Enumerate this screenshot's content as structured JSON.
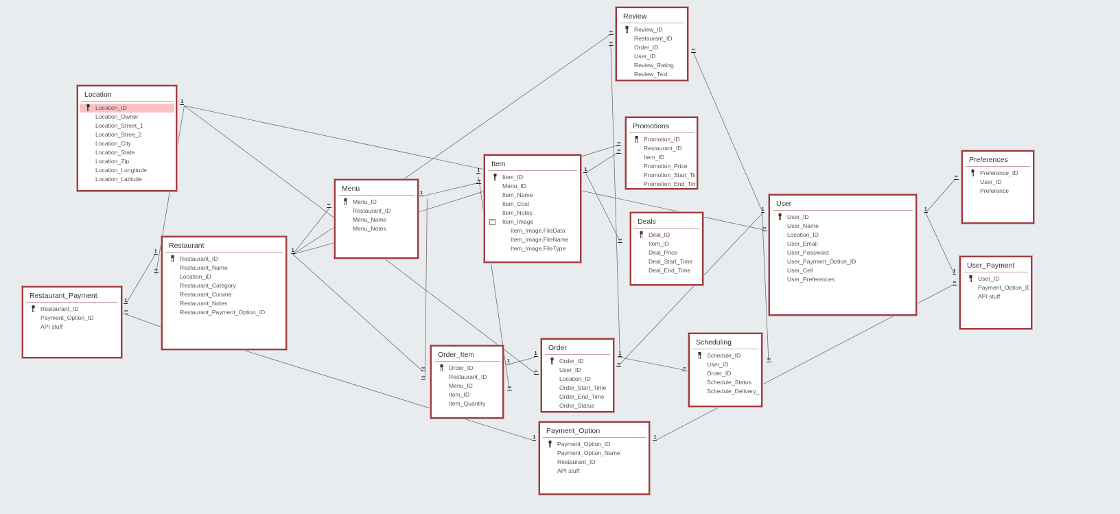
{
  "tables": [
    {
      "id": "location",
      "title": "Location",
      "fields": [
        {
          "name": "Location_ID",
          "pk": true,
          "selected": true
        },
        {
          "name": "Location_Owner"
        },
        {
          "name": "Location_Street_1"
        },
        {
          "name": "Location_Stree_2"
        },
        {
          "name": "Location_City"
        },
        {
          "name": "Location_State"
        },
        {
          "name": "Location_Zip"
        },
        {
          "name": "Location_Longitude"
        },
        {
          "name": "Location_Latitude"
        }
      ]
    },
    {
      "id": "restaurant",
      "title": "Restaurant",
      "fields": [
        {
          "name": "Restaurant_ID",
          "pk": true
        },
        {
          "name": "Restaurant_Name"
        },
        {
          "name": "Location_ID"
        },
        {
          "name": "Restaurant_Category"
        },
        {
          "name": "Restaurant_Cuisine"
        },
        {
          "name": "Restaurant_Notes"
        },
        {
          "name": "Restaurant_Payment_Option_ID"
        }
      ]
    },
    {
      "id": "restaurant_payment",
      "title": "Restaurant_Payment",
      "fields": [
        {
          "name": "Restaurant_ID",
          "pk": true
        },
        {
          "name": "Payment_Option_ID"
        },
        {
          "name": "API stuff"
        }
      ]
    },
    {
      "id": "menu",
      "title": "Menu",
      "fields": [
        {
          "name": "Menu_ID",
          "pk": true
        },
        {
          "name": "Restaurant_ID"
        },
        {
          "name": "Menu_Name"
        },
        {
          "name": "Menu_Notes"
        }
      ]
    },
    {
      "id": "item",
      "title": "Item",
      "fields": [
        {
          "name": "Item_ID",
          "pk": true
        },
        {
          "name": "Menu_ID"
        },
        {
          "name": "Item_Name"
        },
        {
          "name": "Item_Cost"
        },
        {
          "name": "Item_Notes"
        },
        {
          "name": "Item_Image",
          "expander": "⊟"
        },
        {
          "name": "Item_Image.FileData",
          "sub": true
        },
        {
          "name": "Item_Image.FileName",
          "sub": true
        },
        {
          "name": "Item_Image.FileType",
          "sub": true
        }
      ]
    },
    {
      "id": "review",
      "title": "Review",
      "fields": [
        {
          "name": "Review_ID",
          "pk": true
        },
        {
          "name": "Restaurant_ID"
        },
        {
          "name": "Order_ID"
        },
        {
          "name": "User_ID"
        },
        {
          "name": "Review_Rating"
        },
        {
          "name": "Review_Text"
        }
      ]
    },
    {
      "id": "promotions",
      "title": "Promotions",
      "fields": [
        {
          "name": "Promotion_ID",
          "pk": true
        },
        {
          "name": "Restaurant_ID"
        },
        {
          "name": "Item_ID"
        },
        {
          "name": "Promotion_Price"
        },
        {
          "name": "Promotion_Start_Time"
        },
        {
          "name": "Promotion_End_Time"
        }
      ]
    },
    {
      "id": "deals",
      "title": "Deals",
      "fields": [
        {
          "name": "Deal_ID",
          "pk": true
        },
        {
          "name": "Item_ID"
        },
        {
          "name": "Deal_Price"
        },
        {
          "name": "Deal_Start_Time"
        },
        {
          "name": "Deal_End_Time"
        }
      ]
    },
    {
      "id": "user",
      "title": "User",
      "fields": [
        {
          "name": "User_ID",
          "pk": true
        },
        {
          "name": "User_Name"
        },
        {
          "name": "Location_ID"
        },
        {
          "name": "User_Email"
        },
        {
          "name": "User_Password"
        },
        {
          "name": "User_Payment_Option_ID"
        },
        {
          "name": "User_Cell"
        },
        {
          "name": "User_Preferences"
        }
      ]
    },
    {
      "id": "preferences",
      "title": "Preferences",
      "fields": [
        {
          "name": "Preference_ID",
          "pk": true
        },
        {
          "name": "User_ID"
        },
        {
          "name": "Preference"
        }
      ]
    },
    {
      "id": "user_payment",
      "title": "User_Payment",
      "fields": [
        {
          "name": "User_ID",
          "pk": true
        },
        {
          "name": "Payment_Option_ID"
        },
        {
          "name": "API stuff"
        }
      ]
    },
    {
      "id": "scheduling",
      "title": "Scheduling",
      "fields": [
        {
          "name": "Schedule_ID",
          "pk": true
        },
        {
          "name": "User_ID"
        },
        {
          "name": "Order_ID"
        },
        {
          "name": "Schedule_Status"
        },
        {
          "name": "Schedule_Delivery_Dat"
        }
      ]
    },
    {
      "id": "order",
      "title": "Order",
      "fields": [
        {
          "name": "Order_ID",
          "pk": true
        },
        {
          "name": "User_ID"
        },
        {
          "name": "Location_ID"
        },
        {
          "name": "Order_Start_Time"
        },
        {
          "name": "Order_End_Time"
        },
        {
          "name": "Order_Status"
        }
      ]
    },
    {
      "id": "order_item",
      "title": "Order_Item",
      "fields": [
        {
          "name": "Order_ID",
          "pk": true
        },
        {
          "name": "Restaurant_ID"
        },
        {
          "name": "Menu_ID"
        },
        {
          "name": "Item_ID"
        },
        {
          "name": "Item_Quantity"
        }
      ]
    },
    {
      "id": "payment_option",
      "title": "Payment_Option",
      "fields": [
        {
          "name": "Payment_Option_ID",
          "pk": true
        },
        {
          "name": "Payment_Option_Name"
        },
        {
          "name": "Restaurant_ID"
        },
        {
          "name": "API stuff"
        }
      ]
    }
  ],
  "cardinality": {
    "one": "1",
    "many": "∞"
  },
  "colors": {
    "background": "#e9ecef",
    "table_border": "#a33a3f",
    "selected_row": "#fbc1c3",
    "line": "#6e6e6e"
  }
}
